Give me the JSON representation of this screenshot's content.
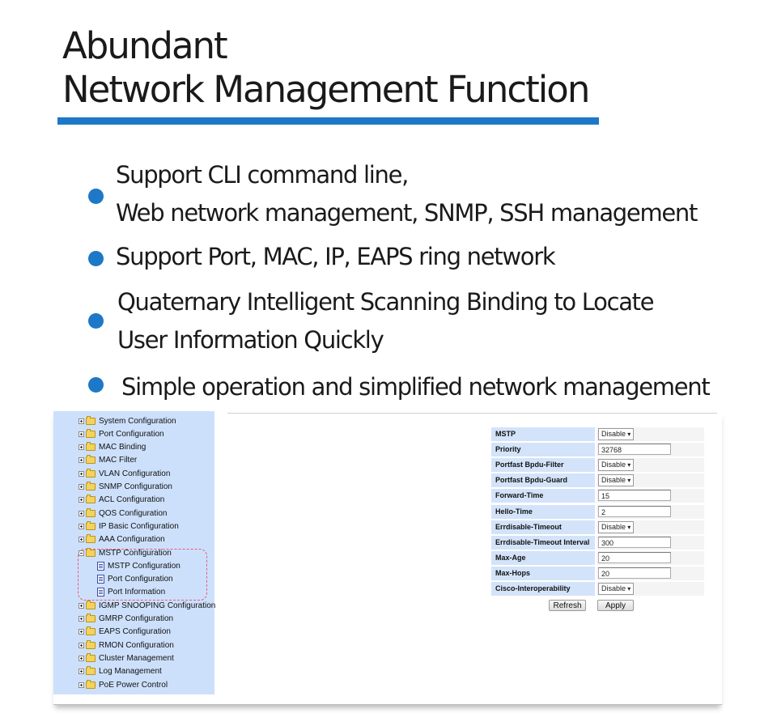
{
  "headline": {
    "line1": "Abundant",
    "line2": "Network Management Function"
  },
  "accent_color": "#1d78c7",
  "bullets": [
    {
      "lines": [
        "Support CLI command line,",
        "Web network management, SNMP, SSH management"
      ]
    },
    {
      "lines": [
        "Support Port, MAC, IP, EAPS ring network"
      ]
    },
    {
      "lines": [
        "Quaternary Intelligent Scanning Binding to Locate",
        "User Information Quickly"
      ]
    },
    {
      "lines": [
        "Simple operation and simplified network management"
      ]
    }
  ],
  "tree": {
    "items": [
      {
        "label": "System Configuration",
        "type": "folder",
        "expanded": false
      },
      {
        "label": "Port Configuration",
        "type": "folder",
        "expanded": false
      },
      {
        "label": "MAC Binding",
        "type": "folder",
        "expanded": false
      },
      {
        "label": "MAC Filter",
        "type": "folder",
        "expanded": false
      },
      {
        "label": "VLAN Configuration",
        "type": "folder",
        "expanded": false
      },
      {
        "label": "SNMP Configuration",
        "type": "folder",
        "expanded": false
      },
      {
        "label": "ACL Configuration",
        "type": "folder",
        "expanded": false
      },
      {
        "label": "QOS Configuration",
        "type": "folder",
        "expanded": false
      },
      {
        "label": "IP Basic Configuration",
        "type": "folder",
        "expanded": false
      },
      {
        "label": "AAA Configuration",
        "type": "folder",
        "expanded": false
      },
      {
        "label": "MSTP Configuration",
        "type": "folder",
        "expanded": true
      },
      {
        "label": "MSTP Configuration",
        "type": "page",
        "child": true
      },
      {
        "label": "Port Configuration",
        "type": "page",
        "child": true
      },
      {
        "label": "Port Information",
        "type": "page",
        "child": true
      },
      {
        "label": "IGMP SNOOPING Configuration",
        "type": "folder",
        "expanded": false
      },
      {
        "label": "GMRP Configuration",
        "type": "folder",
        "expanded": false
      },
      {
        "label": "EAPS Configuration",
        "type": "folder",
        "expanded": false
      },
      {
        "label": "RMON Configuration",
        "type": "folder",
        "expanded": false
      },
      {
        "label": "Cluster Management",
        "type": "folder",
        "expanded": false
      },
      {
        "label": "Log Management",
        "type": "folder",
        "expanded": false
      },
      {
        "label": "PoE Power Control",
        "type": "folder",
        "expanded": false
      }
    ]
  },
  "form": {
    "rows": [
      {
        "label": "MSTP",
        "kind": "select",
        "value": "Disable"
      },
      {
        "label": "Priority",
        "kind": "input",
        "value": "32768"
      },
      {
        "label": "Portfast Bpdu-Filter",
        "kind": "select",
        "value": "Disable"
      },
      {
        "label": "Portfast Bpdu-Guard",
        "kind": "select",
        "value": "Disable"
      },
      {
        "label": "Forward-Time",
        "kind": "input",
        "value": "15"
      },
      {
        "label": "Hello-Time",
        "kind": "input",
        "value": "2"
      },
      {
        "label": "Errdisable-Timeout",
        "kind": "select",
        "value": "Disable"
      },
      {
        "label": "Errdisable-Timeout Interval",
        "kind": "input",
        "value": "300"
      },
      {
        "label": "Max-Age",
        "kind": "input",
        "value": "20"
      },
      {
        "label": "Max-Hops",
        "kind": "input",
        "value": "20"
      },
      {
        "label": "Cisco-Interoperability",
        "kind": "select",
        "value": "Disable"
      }
    ],
    "refresh_label": "Refresh",
    "apply_label": "Apply"
  }
}
